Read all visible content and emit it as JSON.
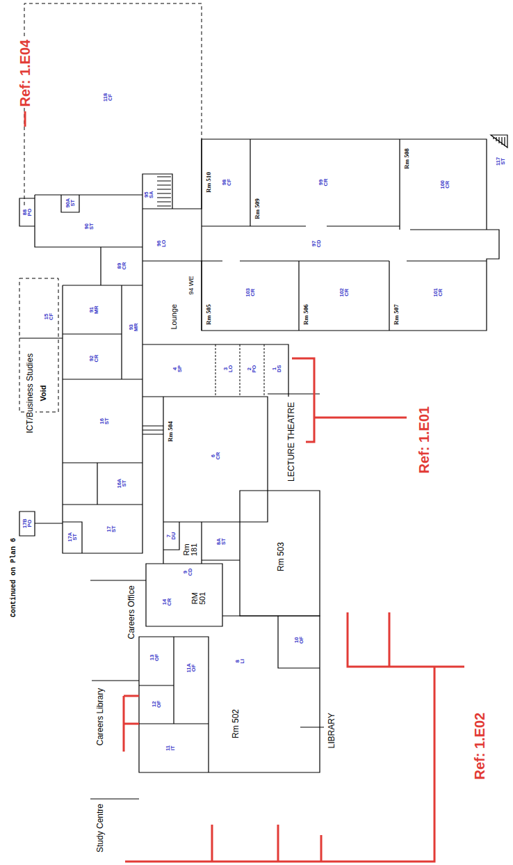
{
  "diagram": {
    "nodes": [
      {
        "text": [
          "118 CF"
        ]
      },
      {
        "text": [
          "88 PO"
        ]
      },
      {
        "text": [
          "90A ST"
        ]
      },
      {
        "text": [
          "90 ST"
        ]
      },
      {
        "text": [
          "95 SA"
        ]
      },
      {
        "text": [
          "96 LO"
        ]
      },
      {
        "text": [
          "Rm 510",
          "98 CF"
        ]
      },
      {
        "text": [
          "Rm 509",
          "99 CR"
        ]
      },
      {
        "text": [
          "Rm 508",
          "100 CR"
        ]
      },
      {
        "text": [
          "117 ST"
        ]
      },
      {
        "text": [
          "97 CD"
        ]
      },
      {
        "text": [
          "89 CR"
        ]
      },
      {
        "text": [
          "Lounge",
          "94 WE"
        ]
      },
      {
        "text": [
          "Rm 505",
          "103 CR"
        ]
      },
      {
        "text": [
          "Rm 506",
          "102 CR"
        ]
      },
      {
        "text": [
          "Rm 507",
          "101 CR"
        ]
      },
      {
        "text": [
          "15 CF"
        ]
      },
      {
        "text": [
          "91 MR"
        ]
      },
      {
        "text": [
          "93 MR"
        ]
      },
      {
        "text": [
          "92 CR"
        ]
      },
      {
        "text": [
          "4 SP"
        ]
      },
      {
        "text": [
          "3 LO"
        ]
      },
      {
        "text": [
          "2 PO"
        ]
      },
      {
        "text": [
          "1 DS"
        ]
      },
      {
        "text": [
          "16 ST"
        ]
      },
      {
        "text": [
          "Rm 504",
          "6 CR"
        ]
      },
      {
        "text": [
          "16A ST"
        ]
      },
      {
        "text": [
          "17 ST"
        ]
      },
      {
        "text": [
          "17A ST"
        ]
      },
      {
        "text": [
          "17B PO"
        ]
      },
      {
        "text": [
          "7 DU"
        ]
      },
      {
        "text": [
          "Rm 181"
        ]
      },
      {
        "text": [
          "8A ST"
        ]
      },
      {
        "text": [
          "Rm 503"
        ]
      },
      {
        "text": [
          "9 CD"
        ]
      },
      {
        "text": [
          "RM 501",
          "14 CR"
        ]
      },
      {
        "text": [
          "13 OF"
        ]
      },
      {
        "text": [
          "11A OF"
        ]
      },
      {
        "text": [
          "12 OF"
        ]
      },
      {
        "text": [
          "11 IT"
        ]
      },
      {
        "text": [
          "Rm 502",
          "8 LI"
        ]
      },
      {
        "text": [
          "10 OF"
        ]
      }
    ],
    "labels": [
      "Continued on Plan 6",
      "ICT/Business Studies",
      "Void",
      "Careers Office",
      "Careers Library",
      "Study Centre",
      "LECTURE THEATRE",
      "LIBRARY",
      "Ref: 1.E04",
      "Ref: 1.E01",
      "Ref: 1.E02"
    ]
  }
}
